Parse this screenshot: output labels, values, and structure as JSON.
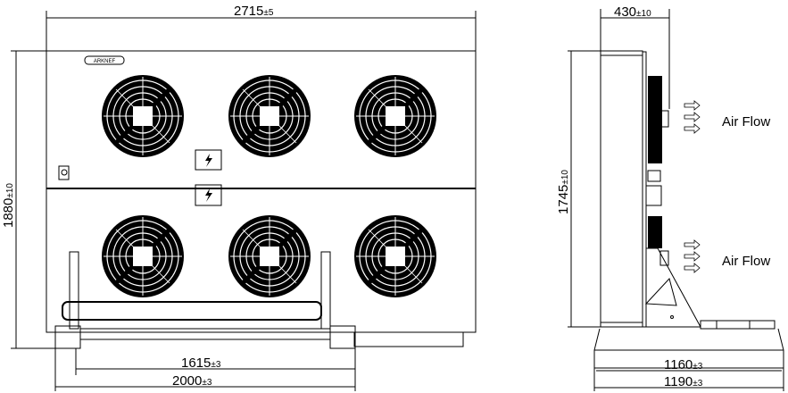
{
  "front_view": {
    "logo_text": "ARKNEF",
    "width_dim": {
      "value": "2715",
      "tol": "±5"
    },
    "height_dim": {
      "value": "1880",
      "tol": "±10"
    },
    "leg_inner_dim": {
      "value": "1615",
      "tol": "±3"
    },
    "leg_outer_dim": {
      "value": "2000",
      "tol": "±3"
    },
    "fan_count": 6
  },
  "side_view": {
    "depth_dim": {
      "value": "430",
      "tol": "±10"
    },
    "height_dim": {
      "value": "1745",
      "tol": "±10"
    },
    "base_inner_dim": {
      "value": "1160",
      "tol": "±3"
    },
    "base_outer_dim": {
      "value": "1190",
      "tol": "±3"
    },
    "airflow_label_top": "Air Flow",
    "airflow_label_bottom": "Air Flow"
  }
}
